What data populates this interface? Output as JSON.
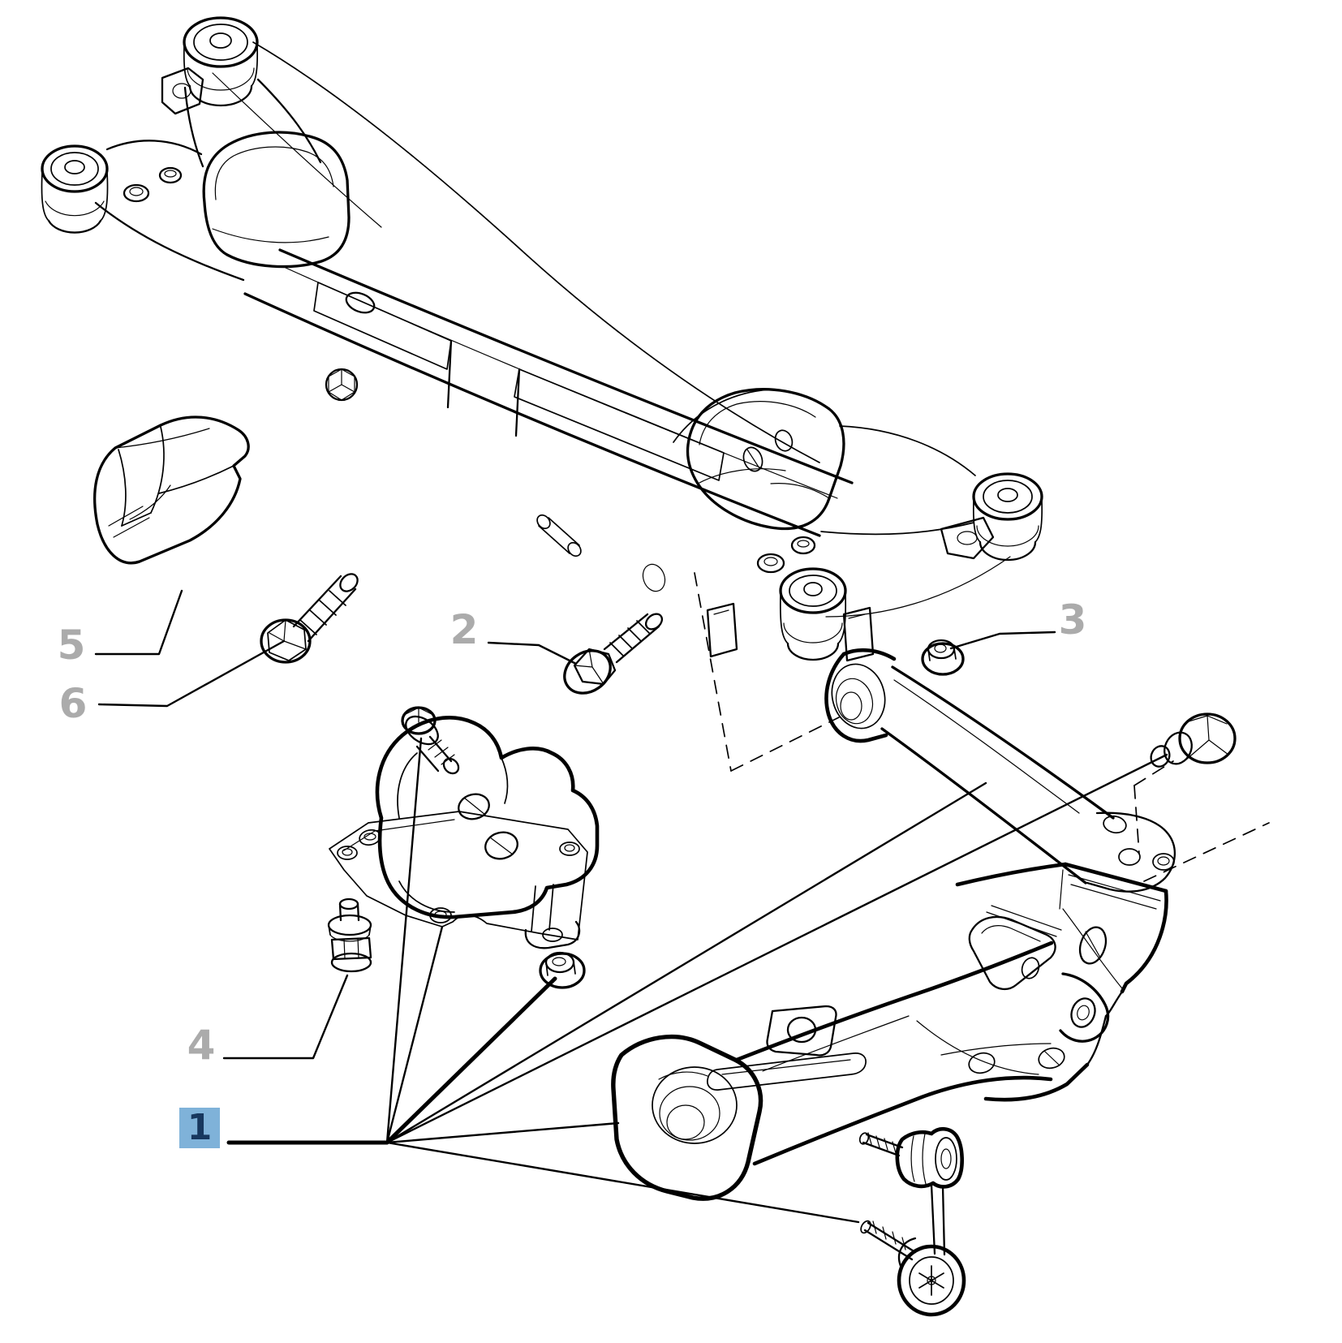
{
  "colors": {
    "background": "#ffffff",
    "line": "#000000",
    "callout_gray": "#ababab",
    "highlight_bg": "#7fb2d9",
    "highlight_fg": "#17375e"
  },
  "callouts": {
    "c1": {
      "label": "1",
      "highlighted": true
    },
    "c2": {
      "label": "2",
      "highlighted": false
    },
    "c3": {
      "label": "3",
      "highlighted": false
    },
    "c4": {
      "label": "4",
      "highlighted": false
    },
    "c5": {
      "label": "5",
      "highlighted": false
    },
    "c6": {
      "label": "6",
      "highlighted": false
    }
  }
}
